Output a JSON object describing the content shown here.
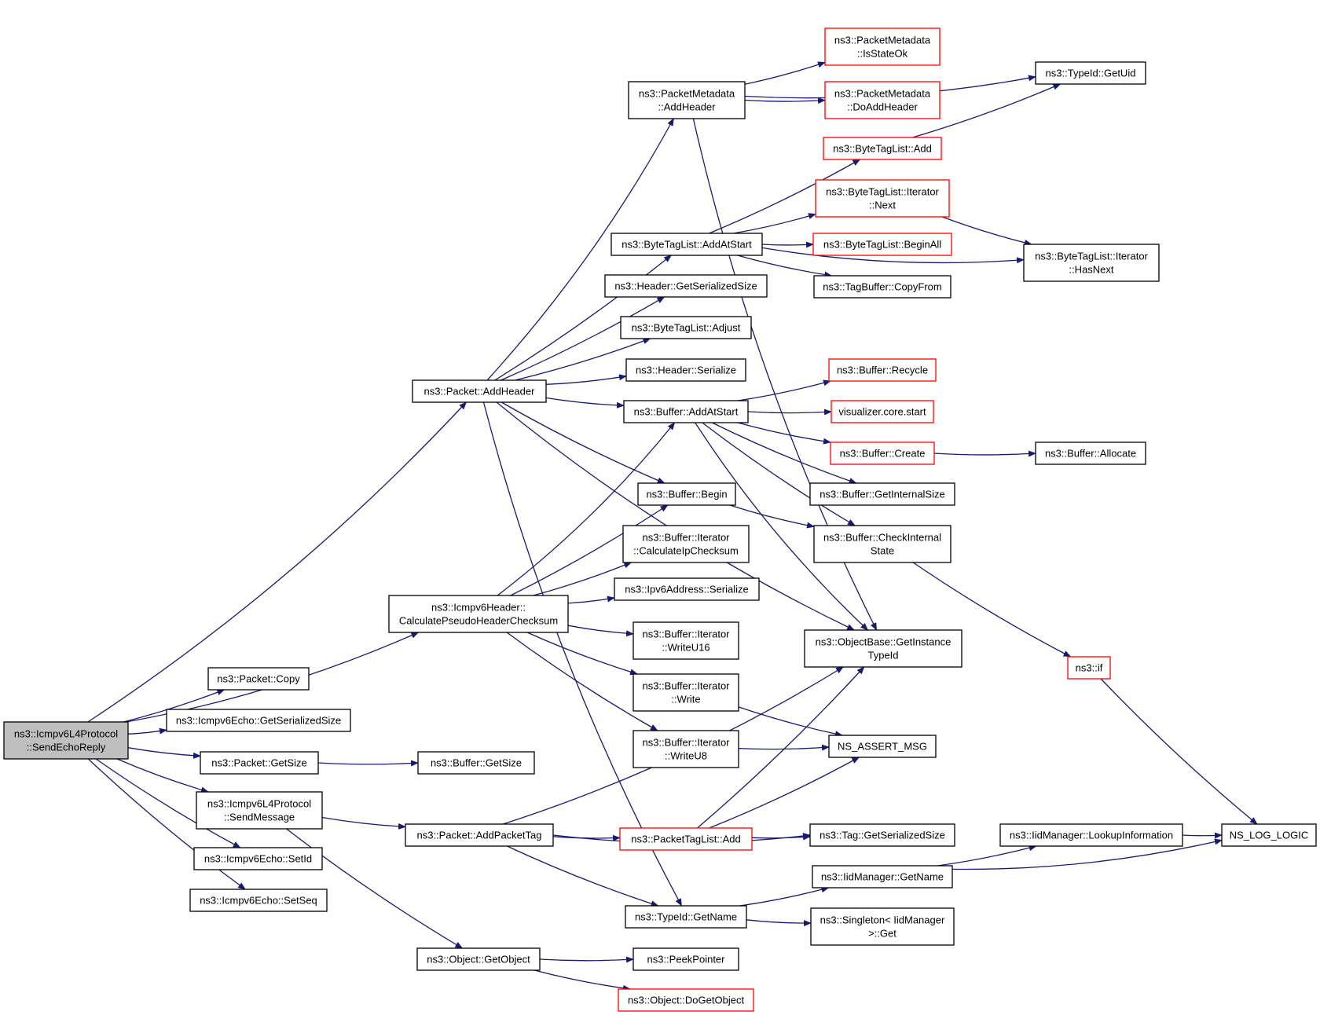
{
  "colors": {
    "edge": "#191970",
    "border": "#000000",
    "border_red": "#ff0000",
    "root_fill": "#bfbfbf"
  },
  "nodes": [
    {
      "id": "root",
      "lines": [
        "ns3::Icmpv6L4Protocol",
        "::SendEchoReply"
      ],
      "style": "root"
    },
    {
      "id": "packet_addheader",
      "lines": [
        "ns3::Packet::AddHeader"
      ],
      "style": "normal"
    },
    {
      "id": "icmpv6header_cpsc",
      "lines": [
        "ns3::Icmpv6Header::",
        "CalculatePseudoHeaderChecksum"
      ],
      "style": "normal"
    },
    {
      "id": "packet_copy",
      "lines": [
        "ns3::Packet::Copy"
      ],
      "style": "normal"
    },
    {
      "id": "echo_getserializedsize",
      "lines": [
        "ns3::Icmpv6Echo::GetSerializedSize"
      ],
      "style": "normal"
    },
    {
      "id": "packet_getsize",
      "lines": [
        "ns3::Packet::GetSize"
      ],
      "style": "normal"
    },
    {
      "id": "sendmessage",
      "lines": [
        "ns3::Icmpv6L4Protocol",
        "::SendMessage"
      ],
      "style": "normal"
    },
    {
      "id": "echo_setid",
      "lines": [
        "ns3::Icmpv6Echo::SetId"
      ],
      "style": "normal"
    },
    {
      "id": "echo_setseq",
      "lines": [
        "ns3::Icmpv6Echo::SetSeq"
      ],
      "style": "normal"
    },
    {
      "id": "buffer_getsize",
      "lines": [
        "ns3::Buffer::GetSize"
      ],
      "style": "normal"
    },
    {
      "id": "packet_addpackettag",
      "lines": [
        "ns3::Packet::AddPacketTag"
      ],
      "style": "normal"
    },
    {
      "id": "object_getobject",
      "lines": [
        "ns3::Object::GetObject"
      ],
      "style": "normal"
    },
    {
      "id": "pm_addheader",
      "lines": [
        "ns3::PacketMetadata",
        "::AddHeader"
      ],
      "style": "normal"
    },
    {
      "id": "btl_addatstart",
      "lines": [
        "ns3::ByteTagList::AddAtStart"
      ],
      "style": "normal"
    },
    {
      "id": "header_getserializedsize",
      "lines": [
        "ns3::Header::GetSerializedSize"
      ],
      "style": "normal"
    },
    {
      "id": "btl_adjust",
      "lines": [
        "ns3::ByteTagList::Adjust"
      ],
      "style": "normal"
    },
    {
      "id": "header_serialize",
      "lines": [
        "ns3::Header::Serialize"
      ],
      "style": "normal"
    },
    {
      "id": "buffer_addatstart",
      "lines": [
        "ns3::Buffer::AddAtStart"
      ],
      "style": "normal"
    },
    {
      "id": "buffer_begin",
      "lines": [
        "ns3::Buffer::Begin"
      ],
      "style": "normal"
    },
    {
      "id": "bi_calcipchecksum",
      "lines": [
        "ns3::Buffer::Iterator",
        "::CalculateIpChecksum"
      ],
      "style": "normal"
    },
    {
      "id": "ipv6addr_serialize",
      "lines": [
        "ns3::Ipv6Address::Serialize"
      ],
      "style": "normal"
    },
    {
      "id": "bi_writeu16",
      "lines": [
        "ns3::Buffer::Iterator",
        "::WriteU16"
      ],
      "style": "normal"
    },
    {
      "id": "bi_write",
      "lines": [
        "ns3::Buffer::Iterator",
        "::Write"
      ],
      "style": "normal"
    },
    {
      "id": "bi_writeu8",
      "lines": [
        "ns3::Buffer::Iterator",
        "::WriteU8"
      ],
      "style": "normal"
    },
    {
      "id": "ptl_add",
      "lines": [
        "ns3::PacketTagList::Add"
      ],
      "style": "red"
    },
    {
      "id": "typeid_getname",
      "lines": [
        "ns3::TypeId::GetName"
      ],
      "style": "normal"
    },
    {
      "id": "peekpointer",
      "lines": [
        "ns3::PeekPointer"
      ],
      "style": "normal"
    },
    {
      "id": "object_dogetobject",
      "lines": [
        "ns3::Object::DoGetObject"
      ],
      "style": "red"
    },
    {
      "id": "pm_isstateok",
      "lines": [
        "ns3::PacketMetadata",
        "::IsStateOk"
      ],
      "style": "red"
    },
    {
      "id": "pm_doaddheader",
      "lines": [
        "ns3::PacketMetadata",
        "::DoAddHeader"
      ],
      "style": "red"
    },
    {
      "id": "btl_add",
      "lines": [
        "ns3::ByteTagList::Add"
      ],
      "style": "red"
    },
    {
      "id": "btl_iter_next",
      "lines": [
        "ns3::ByteTagList::Iterator",
        "::Next"
      ],
      "style": "red"
    },
    {
      "id": "btl_beginall",
      "lines": [
        "ns3::ByteTagList::BeginAll"
      ],
      "style": "red"
    },
    {
      "id": "tagbuffer_copyfrom",
      "lines": [
        "ns3::TagBuffer::CopyFrom"
      ],
      "style": "normal"
    },
    {
      "id": "buffer_recycle",
      "lines": [
        "ns3::Buffer::Recycle"
      ],
      "style": "red"
    },
    {
      "id": "visualizer_start",
      "lines": [
        "visualizer.core.start"
      ],
      "style": "red"
    },
    {
      "id": "buffer_create",
      "lines": [
        "ns3::Buffer::Create"
      ],
      "style": "red"
    },
    {
      "id": "buffer_getinternalsize",
      "lines": [
        "ns3::Buffer::GetInternalSize"
      ],
      "style": "normal"
    },
    {
      "id": "buffer_checkinternalstate",
      "lines": [
        "ns3::Buffer::CheckInternal",
        "State"
      ],
      "style": "normal"
    },
    {
      "id": "objectbase_getinstancetypeid",
      "lines": [
        "ns3::ObjectBase::GetInstance",
        "TypeId"
      ],
      "style": "normal"
    },
    {
      "id": "ns_assert_msg",
      "lines": [
        "NS_ASSERT_MSG"
      ],
      "style": "normal"
    },
    {
      "id": "tag_getserializedsize",
      "lines": [
        "ns3::Tag::GetSerializedSize"
      ],
      "style": "normal"
    },
    {
      "id": "iidmanager_getname",
      "lines": [
        "ns3::IidManager::GetName"
      ],
      "style": "normal"
    },
    {
      "id": "singleton_get",
      "lines": [
        "ns3::Singleton< IidManager",
        ">::Get"
      ],
      "style": "normal"
    },
    {
      "id": "typeid_getuid",
      "lines": [
        "ns3::TypeId::GetUid"
      ],
      "style": "normal"
    },
    {
      "id": "btl_iter_hasnext",
      "lines": [
        "ns3::ByteTagList::Iterator",
        "::HasNext"
      ],
      "style": "normal"
    },
    {
      "id": "buffer_allocate",
      "lines": [
        "ns3::Buffer::Allocate"
      ],
      "style": "normal"
    },
    {
      "id": "ns3_if",
      "lines": [
        "ns3::if"
      ],
      "style": "red"
    },
    {
      "id": "iidmanager_lookupinfo",
      "lines": [
        "ns3::IidManager::LookupInformation"
      ],
      "style": "normal"
    },
    {
      "id": "ns_log_logic",
      "lines": [
        "NS_LOG_LOGIC"
      ],
      "style": "normal"
    }
  ],
  "edges": [
    [
      "root",
      "packet_addheader"
    ],
    [
      "root",
      "icmpv6header_cpsc"
    ],
    [
      "root",
      "packet_copy"
    ],
    [
      "root",
      "echo_getserializedsize"
    ],
    [
      "root",
      "packet_getsize"
    ],
    [
      "root",
      "sendmessage"
    ],
    [
      "root",
      "echo_setid"
    ],
    [
      "root",
      "echo_setseq"
    ],
    [
      "packet_addheader",
      "pm_addheader"
    ],
    [
      "packet_addheader",
      "btl_addatstart"
    ],
    [
      "packet_addheader",
      "header_getserializedsize"
    ],
    [
      "packet_addheader",
      "btl_adjust"
    ],
    [
      "packet_addheader",
      "header_serialize"
    ],
    [
      "packet_addheader",
      "buffer_addatstart"
    ],
    [
      "packet_addheader",
      "buffer_begin"
    ],
    [
      "packet_addheader",
      "objectbase_getinstancetypeid"
    ],
    [
      "packet_addheader",
      "typeid_getname"
    ],
    [
      "icmpv6header_cpsc",
      "buffer_addatstart"
    ],
    [
      "icmpv6header_cpsc",
      "buffer_begin"
    ],
    [
      "icmpv6header_cpsc",
      "bi_calcipchecksum"
    ],
    [
      "icmpv6header_cpsc",
      "ipv6addr_serialize"
    ],
    [
      "icmpv6header_cpsc",
      "bi_writeu16"
    ],
    [
      "icmpv6header_cpsc",
      "bi_write"
    ],
    [
      "icmpv6header_cpsc",
      "bi_writeu8"
    ],
    [
      "packet_getsize",
      "buffer_getsize"
    ],
    [
      "sendmessage",
      "packet_addpackettag"
    ],
    [
      "sendmessage",
      "object_getobject"
    ],
    [
      "packet_addpackettag",
      "ptl_add"
    ],
    [
      "packet_addpackettag",
      "tag_getserializedsize"
    ],
    [
      "packet_addpackettag",
      "typeid_getname"
    ],
    [
      "packet_addpackettag",
      "objectbase_getinstancetypeid"
    ],
    [
      "object_getobject",
      "peekpointer"
    ],
    [
      "object_getobject",
      "object_dogetobject"
    ],
    [
      "pm_addheader",
      "pm_isstateok"
    ],
    [
      "pm_addheader",
      "pm_doaddheader"
    ],
    [
      "pm_addheader",
      "typeid_getuid"
    ],
    [
      "pm_addheader",
      "objectbase_getinstancetypeid"
    ],
    [
      "btl_addatstart",
      "btl_add"
    ],
    [
      "btl_addatstart",
      "btl_iter_next"
    ],
    [
      "btl_addatstart",
      "btl_beginall"
    ],
    [
      "btl_addatstart",
      "tagbuffer_copyfrom"
    ],
    [
      "btl_addatstart",
      "btl_iter_hasnext"
    ],
    [
      "btl_add",
      "typeid_getuid"
    ],
    [
      "btl_iter_next",
      "btl_iter_hasnext"
    ],
    [
      "buffer_addatstart",
      "buffer_recycle"
    ],
    [
      "buffer_addatstart",
      "visualizer_start"
    ],
    [
      "buffer_addatstart",
      "buffer_create"
    ],
    [
      "buffer_addatstart",
      "buffer_getinternalsize"
    ],
    [
      "buffer_addatstart",
      "buffer_checkinternalstate"
    ],
    [
      "buffer_addatstart",
      "objectbase_getinstancetypeid"
    ],
    [
      "buffer_begin",
      "buffer_checkinternalstate"
    ],
    [
      "buffer_create",
      "buffer_allocate"
    ],
    [
      "buffer_checkinternalstate",
      "ns3_if"
    ],
    [
      "ns3_if",
      "ns_log_logic"
    ],
    [
      "bi_write",
      "ns_assert_msg"
    ],
    [
      "bi_writeu8",
      "ns_assert_msg"
    ],
    [
      "ptl_add",
      "ns_assert_msg"
    ],
    [
      "ptl_add",
      "tag_getserializedsize"
    ],
    [
      "ptl_add",
      "objectbase_getinstancetypeid"
    ],
    [
      "typeid_getname",
      "iidmanager_getname"
    ],
    [
      "typeid_getname",
      "singleton_get"
    ],
    [
      "iidmanager_getname",
      "iidmanager_lookupinfo"
    ],
    [
      "iidmanager_getname",
      "ns_log_logic"
    ],
    [
      "iidmanager_lookupinfo",
      "ns_log_logic"
    ]
  ]
}
